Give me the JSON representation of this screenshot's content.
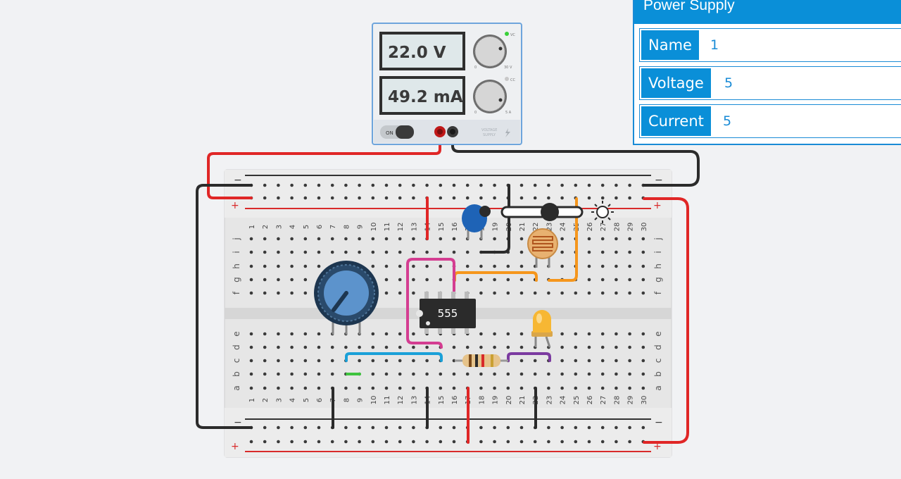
{
  "power_supply": {
    "voltage_display": "22.0 V",
    "current_display": "49.2 mA",
    "vc_label": "VC",
    "cc_label": "CC",
    "v_min": "0",
    "v_max": "30 V",
    "a_min": "0",
    "a_max": "5 A",
    "switch_label": "ON",
    "brand_line1": "VOLTAGE",
    "brand_line2": "SUPPLY"
  },
  "breadboard": {
    "columns": [
      "1",
      "2",
      "3",
      "4",
      "5",
      "6",
      "7",
      "8",
      "9",
      "10",
      "11",
      "12",
      "13",
      "14",
      "15",
      "16",
      "17",
      "18",
      "19",
      "20",
      "21",
      "22",
      "23",
      "24",
      "25",
      "26",
      "27",
      "28",
      "29",
      "30"
    ],
    "top_rows": [
      "j",
      "i",
      "h",
      "g",
      "f"
    ],
    "bottom_rows": [
      "e",
      "d",
      "c",
      "b",
      "a"
    ],
    "minus": "−",
    "plus": "+"
  },
  "components": {
    "ic_label": "555"
  },
  "properties": {
    "title": "Power Supply",
    "fields": [
      {
        "label": "Name",
        "value": "1"
      },
      {
        "label": "Voltage",
        "value": "5"
      },
      {
        "label": "Current",
        "value": "5"
      }
    ]
  },
  "colors": {
    "panel_blue": "#0a8fd8",
    "wire_red": "#e02626",
    "wire_black": "#2b2b2b",
    "wire_orange": "#f5961c",
    "wire_magenta": "#d43d91",
    "wire_blue": "#1aa0d8",
    "wire_purple": "#7b3aa0",
    "wire_green": "#3ec43e"
  }
}
